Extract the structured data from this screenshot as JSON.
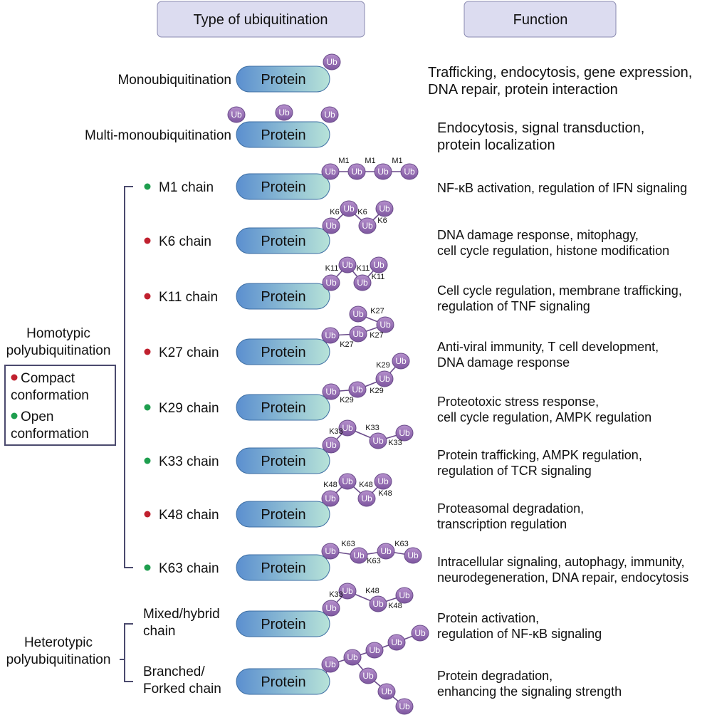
{
  "headers": {
    "type": "Type of ubiquitination",
    "function": "Function"
  },
  "protein_label": "Protein",
  "ub_label": "Ub",
  "colors": {
    "compact": "#c0202e",
    "open": "#1e9e4e",
    "protein_start": "#5b8fcf",
    "protein_end": "#b7e3d8",
    "ub_fill": "#9a6fb5",
    "header_fill": "#dcdcf0"
  },
  "rows": [
    {
      "id": "mono",
      "label": [
        "Monoubiquitination"
      ],
      "function": [
        "Trafficking, endocytosis, gene expression,",
        "DNA repair, protein interaction"
      ]
    },
    {
      "id": "multi",
      "label": [
        "Multi-monoubiquitination"
      ],
      "function": [
        "Endocytosis, signal transduction,",
        "protein localization"
      ]
    },
    {
      "id": "m1",
      "label": [
        "M1 chain"
      ],
      "conformation": "open",
      "function": [
        "NF-κB activation, regulation of IFN signaling"
      ]
    },
    {
      "id": "k6",
      "label": [
        "K6 chain"
      ],
      "conformation": "compact",
      "function": [
        "DNA damage response, mitophagy,",
        "cell cycle regulation, histone modification"
      ]
    },
    {
      "id": "k11",
      "label": [
        "K11 chain"
      ],
      "conformation": "compact",
      "function": [
        "Cell cycle regulation, membrane trafficking,",
        "regulation of TNF signaling"
      ]
    },
    {
      "id": "k27",
      "label": [
        "K27 chain"
      ],
      "conformation": "compact",
      "function": [
        "Anti-viral immunity, T cell development,",
        "DNA damage response"
      ]
    },
    {
      "id": "k29",
      "label": [
        "K29 chain"
      ],
      "conformation": "open",
      "function": [
        "Proteotoxic stress response,",
        "cell cycle regulation, AMPK regulation"
      ]
    },
    {
      "id": "k33",
      "label": [
        "K33 chain"
      ],
      "conformation": "open",
      "function": [
        "Protein trafficking, AMPK regulation,",
        "regulation of TCR signaling"
      ]
    },
    {
      "id": "k48",
      "label": [
        "K48 chain"
      ],
      "conformation": "compact",
      "function": [
        "Proteasomal degradation,",
        "transcription regulation"
      ]
    },
    {
      "id": "k63",
      "label": [
        "K63 chain"
      ],
      "conformation": "open",
      "function": [
        "Intracellular signaling, autophagy, immunity,",
        "neurodegeneration, DNA repair, endocytosis"
      ]
    },
    {
      "id": "mixed",
      "label": [
        "Mixed/hybrid",
        "chain"
      ],
      "function": [
        "Protein activation,",
        "regulation of NF-κB signaling"
      ]
    },
    {
      "id": "branched",
      "label": [
        "Branched/",
        "Forked chain"
      ],
      "function": [
        "Protein degradation,",
        "enhancing the signaling strength"
      ]
    }
  ],
  "chains": {
    "mono": {
      "links": []
    },
    "multi": {
      "links": []
    },
    "m1": {
      "links": [
        "M1",
        "M1",
        "M1"
      ]
    },
    "k6": {
      "links": [
        "K6",
        "K6",
        "K6"
      ]
    },
    "k11": {
      "links": [
        "K11",
        "K11",
        "K11"
      ]
    },
    "k27": {
      "links": [
        "K27",
        "K27",
        "K27"
      ]
    },
    "k29": {
      "links": [
        "K29",
        "K29",
        "K29"
      ]
    },
    "k33": {
      "links": [
        "K33",
        "K33",
        "K33"
      ]
    },
    "k48": {
      "links": [
        "K48",
        "K48",
        "K48"
      ]
    },
    "k63": {
      "links": [
        "K63",
        "K63",
        "K63"
      ]
    },
    "mixed": {
      "links": [
        "K33",
        "K48",
        "K48"
      ]
    },
    "branched": {
      "links": []
    }
  },
  "groups": {
    "homotypic": [
      "Homotypic",
      "polyubiquitination"
    ],
    "heterotypic": [
      "Heterotypic",
      "polyubiquitination"
    ]
  },
  "legend": {
    "compact": [
      "Compact",
      "conformation"
    ],
    "open": [
      "Open",
      "conformation"
    ]
  }
}
